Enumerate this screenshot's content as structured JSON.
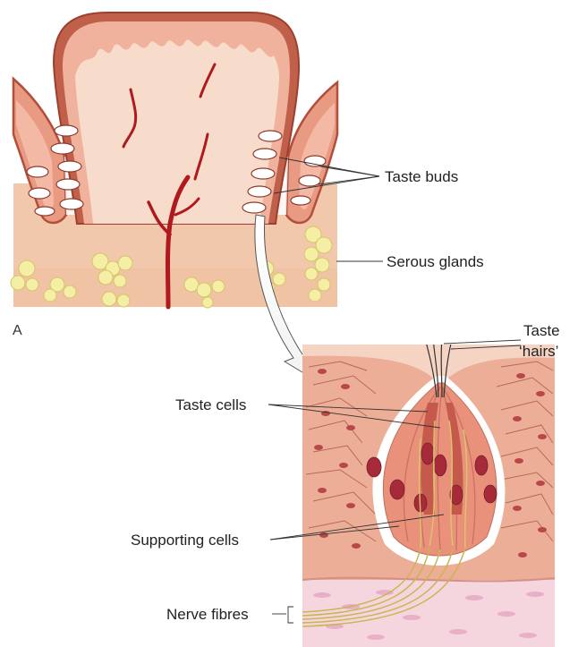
{
  "panel_label": "A",
  "labels": {
    "taste_buds": "Taste buds",
    "serous_glands": "Serous glands",
    "taste_hairs_line1": "Taste",
    "taste_hairs_line2": "‘hairs’",
    "taste_cells": "Taste cells",
    "supporting_cells": "Supporting cells",
    "nerve_fibres": "Nerve fibres"
  },
  "colors": {
    "epithelium_dark": "#c0604a",
    "epithelium_light": "#f0b29c",
    "mucosa_interior": "#f8dccb",
    "lamina_propria": "#f2c8ad",
    "vessel": "#b0191e",
    "gland": "#f5eea5",
    "cell_nucleus": "#a52a3a",
    "nerve_fibre": "#d8c86a"
  }
}
